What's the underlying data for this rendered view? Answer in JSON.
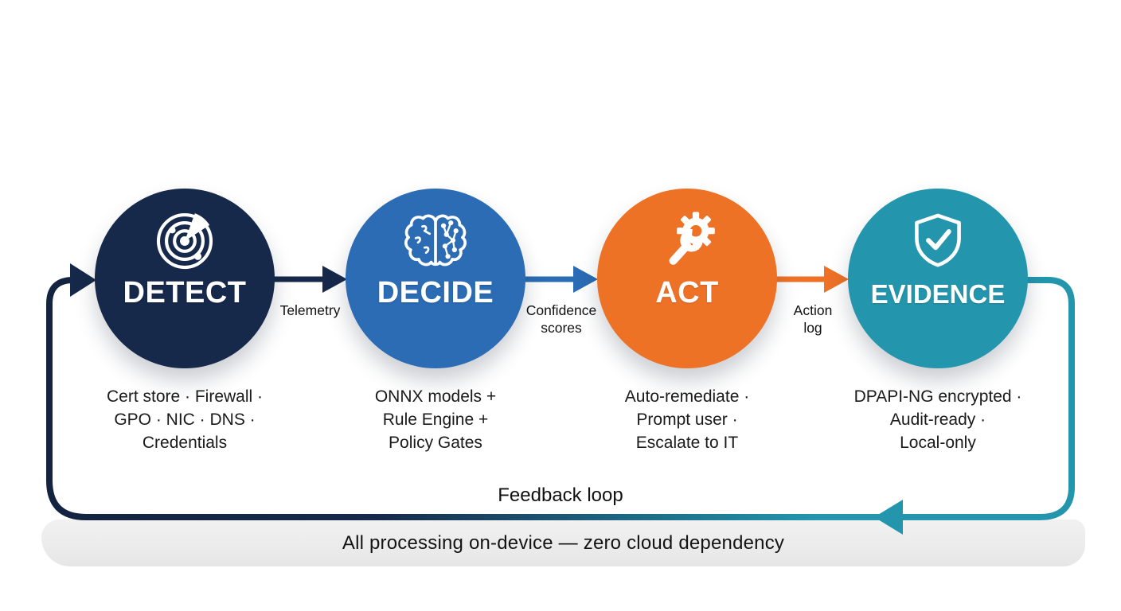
{
  "diagram": {
    "stages": [
      {
        "title": "DETECT",
        "icon": "radar-icon",
        "color": "#16294a",
        "caption": "Cert store · Firewall ·\nGPO · NIC · DNS ·\nCredentials"
      },
      {
        "title": "DECIDE",
        "icon": "brain-circuit-icon",
        "color": "#2b6cb4",
        "caption": "ONNX models +\nRule Engine +\nPolicy Gates"
      },
      {
        "title": "ACT",
        "icon": "gear-wrench-icon",
        "color": "#ee7226",
        "caption": "Auto-remediate ·\nPrompt user ·\nEscalate to IT"
      },
      {
        "title": "EVIDENCE",
        "icon": "shield-check-icon",
        "color": "#2396ad",
        "caption": "DPAPI-NG encrypted ·\nAudit-ready ·\nLocal-only"
      }
    ],
    "arrows": [
      {
        "label": "Telemetry",
        "color": "#16294a"
      },
      {
        "label": "Confidence\nscores",
        "color": "#2b6cb4"
      },
      {
        "label": "Action\nlog",
        "color": "#ee7226"
      }
    ],
    "feedback_loop": {
      "label": "Feedback loop",
      "start_color": "#16294a",
      "end_color": "#2396ad"
    },
    "footer_note": "All processing on-device — zero cloud dependency"
  },
  "colors": {
    "background": "#ffffff",
    "footer_band": "#ededed",
    "body_text": "#1a1a1a",
    "icon_stroke": "#ffffff"
  }
}
